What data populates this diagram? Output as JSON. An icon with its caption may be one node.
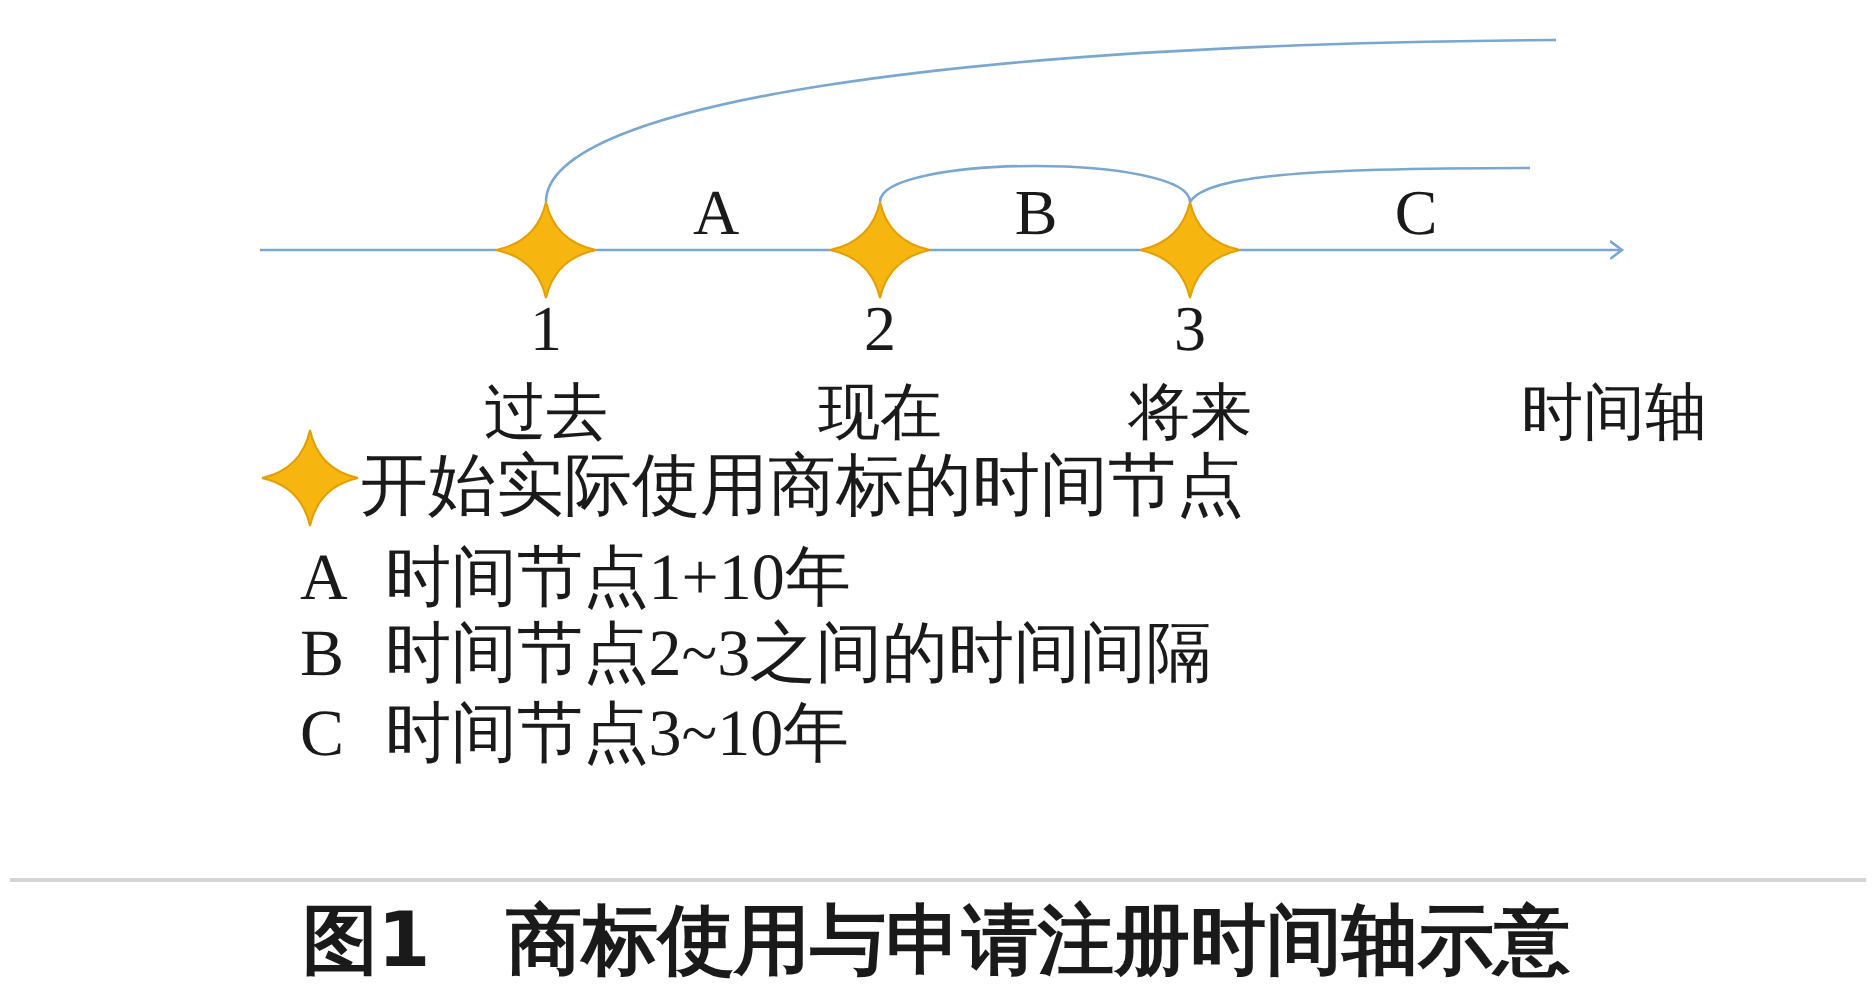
{
  "diagram": {
    "caption": "图1　商标使用与申请注册时间轴示意",
    "nodes": [
      {
        "text": [],
        "shape": "star",
        "beside": [
          "1",
          "过去"
        ]
      },
      {
        "text": [],
        "shape": "star",
        "beside": [
          "2",
          "现在"
        ]
      },
      {
        "text": [],
        "shape": "star",
        "beside": [
          "3",
          "将来"
        ]
      }
    ],
    "edges": [
      {
        "from": 0,
        "to": null,
        "arrow": "none",
        "label": "A"
      },
      {
        "from": 1,
        "to": 2,
        "arrow": "none",
        "label": "B"
      },
      {
        "from": 2,
        "to": null,
        "arrow": "none",
        "label": "C"
      },
      {
        "from": null,
        "to": 0,
        "arrow": "none"
      },
      {
        "from": 0,
        "to": 1,
        "arrow": "none"
      },
      {
        "from": 1,
        "to": 2,
        "arrow": "none"
      },
      {
        "from": 2,
        "to": null,
        "arrow": "to"
      }
    ],
    "labels": [
      "时间轴",
      "A 时间节点1+10年",
      "B 时间节点2~3之间的时间间隔",
      "C 时间节点3~10年"
    ],
    "legend": [
      {
        "text": "开始实际使用商标的时间节点"
      }
    ]
  }
}
